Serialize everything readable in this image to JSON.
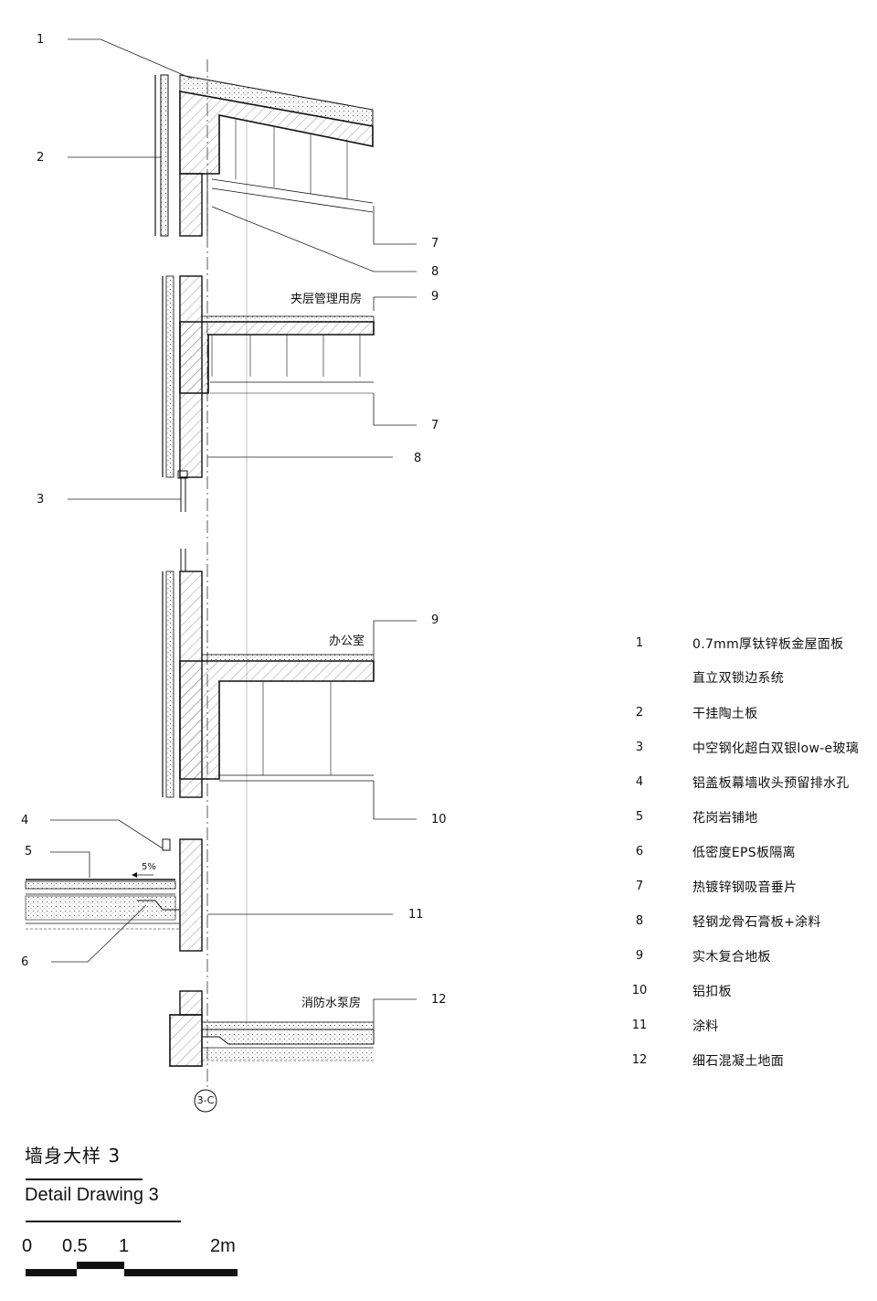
{
  "callouts": [
    {
      "id": "c1-left",
      "label": "1"
    },
    {
      "id": "c2-left",
      "label": "2"
    },
    {
      "id": "c3-left",
      "label": "3"
    },
    {
      "id": "c4-left",
      "label": "4"
    },
    {
      "id": "c5-left",
      "label": "5"
    },
    {
      "id": "c6-left",
      "label": "6"
    },
    {
      "id": "c7-top",
      "label": "7"
    },
    {
      "id": "c8-top",
      "label": "8"
    },
    {
      "id": "c9-top",
      "label": "9"
    },
    {
      "id": "c7-mid",
      "label": "7"
    },
    {
      "id": "c8-mid",
      "label": "8"
    },
    {
      "id": "c9-mid",
      "label": "9"
    },
    {
      "id": "c10",
      "label": "10"
    },
    {
      "id": "c11",
      "label": "11"
    },
    {
      "id": "c12",
      "label": "12"
    }
  ],
  "rooms": {
    "mezzanine": "夹层管理用房",
    "office": "办公室",
    "pump_room": "消防水泵房"
  },
  "slope_label": "5%",
  "axis_tag": "3-C",
  "legend": [
    {
      "num": "1",
      "text": "0.7mm厚钛锌板金屋面板"
    },
    {
      "num": "",
      "text": "直立双锁边系统"
    },
    {
      "num": "2",
      "text": "干挂陶土板"
    },
    {
      "num": "3",
      "text": "中空钢化超白双银low-e玻璃"
    },
    {
      "num": "4",
      "text": "铝盖板幕墙收头预留排水孔"
    },
    {
      "num": "5",
      "text": "花岗岩铺地"
    },
    {
      "num": "6",
      "text": "低密度EPS板隔离"
    },
    {
      "num": "7",
      "text": "热镀锌钢吸音垂片"
    },
    {
      "num": "8",
      "text": "轻钢龙骨石膏板+涂料"
    },
    {
      "num": "9",
      "text": "实木复合地板"
    },
    {
      "num": "10",
      "text": "铝扣板"
    },
    {
      "num": "11",
      "text": "涂料"
    },
    {
      "num": "12",
      "text": "细石混凝土地面"
    }
  ],
  "title": {
    "cn": "墙身大样 3",
    "en": "Detail Drawing 3"
  },
  "scale": {
    "labels": [
      "0",
      "0.5",
      "1",
      "2m"
    ]
  }
}
